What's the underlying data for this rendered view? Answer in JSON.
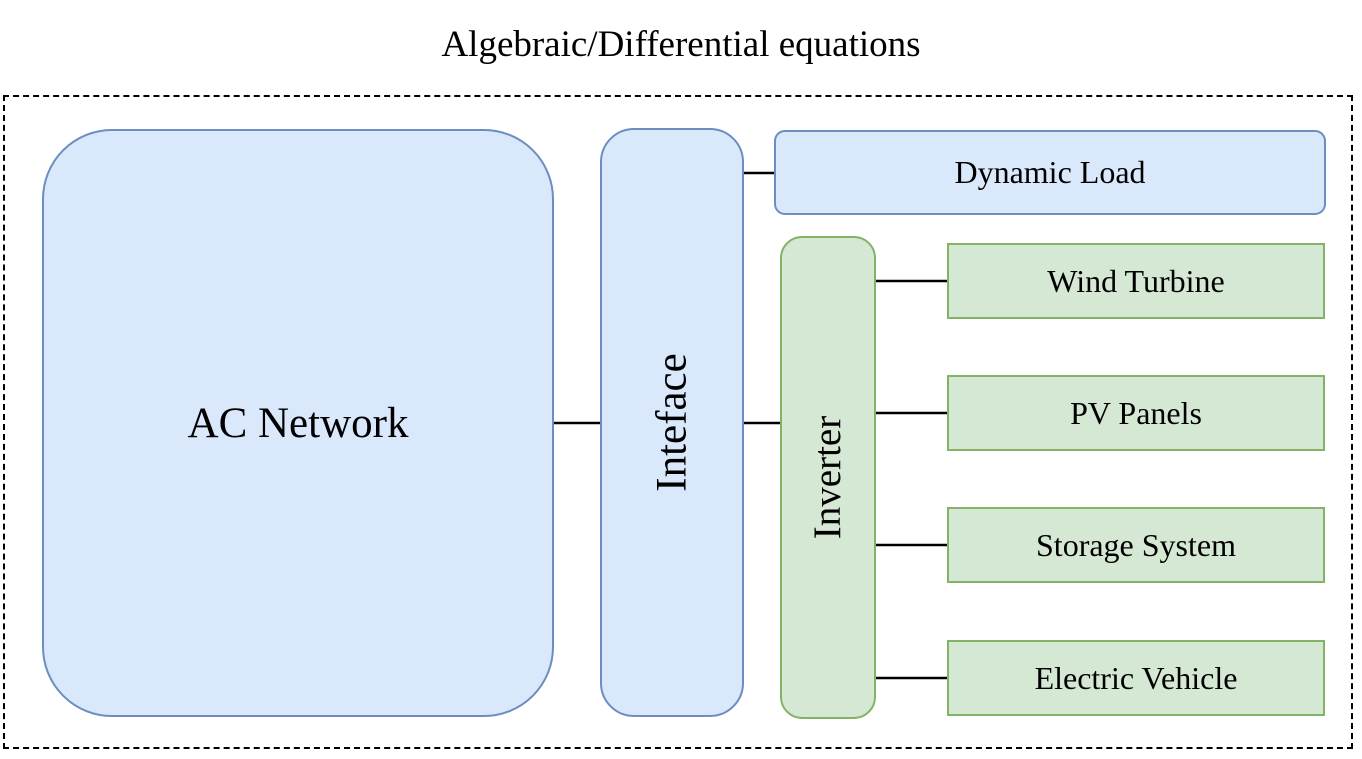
{
  "diagram": {
    "title": "Algebraic/Differential equations",
    "nodes": {
      "ac_network": "AC Network",
      "interface": "Inteface",
      "inverter": "Inverter",
      "dynamic_load": "Dynamic Load",
      "wind_turbine": "Wind Turbine",
      "pv_panels": "PV Panels",
      "storage_system": "Storage System",
      "electric_vehicle": "Electric Vehicle"
    },
    "edges": [
      {
        "from": "AC Network",
        "to": "Inteface"
      },
      {
        "from": "Inteface",
        "to": "Dynamic Load"
      },
      {
        "from": "Inteface",
        "to": "Inverter"
      },
      {
        "from": "Inverter",
        "to": "Wind Turbine"
      },
      {
        "from": "Inverter",
        "to": "PV Panels"
      },
      {
        "from": "Inverter",
        "to": "Storage System"
      },
      {
        "from": "Inverter",
        "to": "Electric Vehicle"
      }
    ],
    "colors": {
      "blue_fill": "#dae8fc",
      "blue_stroke": "#6c8ebf",
      "green_fill": "#d5e8d4",
      "green_stroke": "#82b366"
    }
  }
}
